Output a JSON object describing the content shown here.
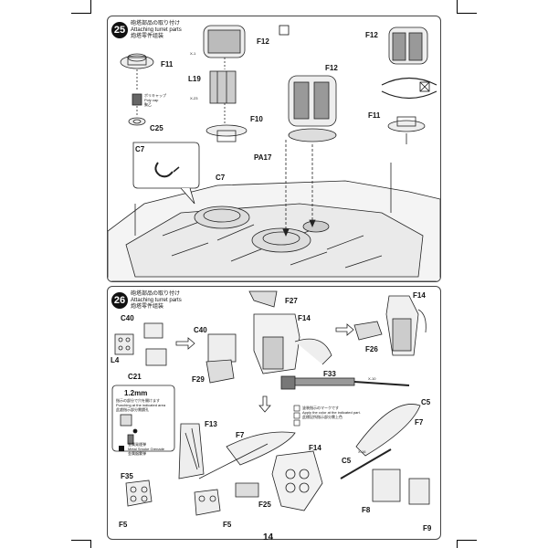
{
  "page_number": "14",
  "step25": {
    "number": "25",
    "title_jp": "砲塔部品の取り付け",
    "title_en": "Attaching turret parts",
    "title_cn": "炮塔零件组装",
    "parts": {
      "f12_a": "F12",
      "f12_b": "F12",
      "f12_c": "F12",
      "f11_a": "F11",
      "f11_b": "F11",
      "l19": "L19",
      "f10": "F10",
      "c25": "C25",
      "c7_a": "C7",
      "c7_b": "C7",
      "pa17": "PA17",
      "x1": "X-1",
      "x23": "X-23"
    },
    "polycap_jp": "ポリキャップ",
    "polycap_en": "Poly cap",
    "polycap_cn": "聚乙"
  },
  "step26": {
    "number": "26",
    "title_jp": "砲塔部品の取り付け",
    "title_en": "Attaching turret parts",
    "title_cn": "炮塔零件组装",
    "parts": {
      "f27": "F27",
      "f14_a": "F14",
      "f14_b": "F14",
      "f14_c": "F14",
      "c40_a": "C40",
      "c40_b": "C40",
      "l4": "L4",
      "c21": "C21",
      "f29": "F29",
      "f26": "F26",
      "f33": "F33",
      "x10": "X-10",
      "c5_a": "C5",
      "c5_b": "C5",
      "f7_a": "F7",
      "f7_b": "F7",
      "f13": "F13",
      "f35": "F35",
      "f5_a": "F5",
      "f5_b": "F5",
      "f25": "F25",
      "f8": "F8",
      "f9": "F9",
      "x16": "X-16"
    },
    "drill_size": "1.2mm",
    "drill_note_jp": "指示の部分で穴を開けます",
    "drill_note_en": "Punching at the indicated area",
    "drill_note_cn": "此處指示部分需鑽孔",
    "smoke_jp": "金属発煙弾",
    "smoke_en": "Metal Smoke Grenade",
    "smoke_cn": "金属烟雾弹",
    "color_note_jp": "塗装指示のマークです",
    "color_note_en": "Apply the color at the indicated part.",
    "color_note_cn": "此標記所指示部分需上色"
  }
}
